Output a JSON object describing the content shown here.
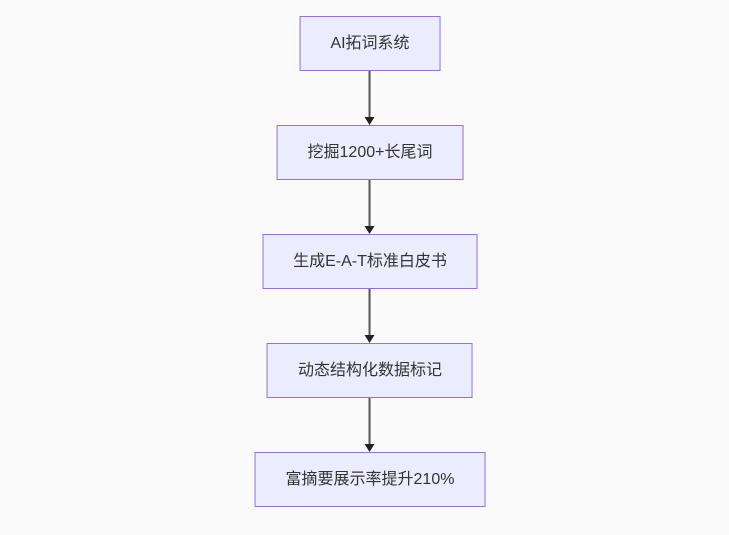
{
  "page": {
    "background": "#fafafa"
  },
  "flowchart": {
    "direction": "top-down",
    "node_fill": "#ECECFF",
    "node_border": "#9370DB",
    "arrow_line_color": "#555555",
    "arrow_head_color": "#222222",
    "text_color": "#333333",
    "nodes": [
      {
        "id": "a",
        "label": "AI拓词系统"
      },
      {
        "id": "b",
        "label": "挖掘1200+长尾词"
      },
      {
        "id": "c",
        "label": "生成E-A-T标准白皮书"
      },
      {
        "id": "d",
        "label": "动态结构化数据标记"
      },
      {
        "id": "e",
        "label": "富摘要展示率提升210%"
      }
    ]
  }
}
